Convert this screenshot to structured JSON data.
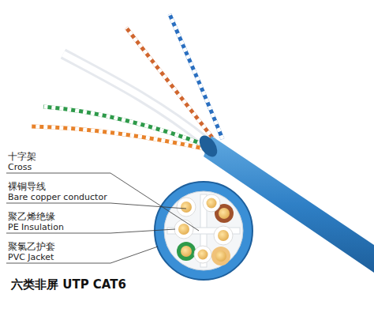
{
  "diagram": {
    "caption": "六类非屏 UTP CAT6",
    "labels": [
      "十字架",
      "Cross",
      "裸铜导线",
      "Bare copper conductor",
      "聚乙烯绝缘",
      "PE Insulation",
      "聚氯乙护套",
      "PVC Jacket"
    ]
  }
}
